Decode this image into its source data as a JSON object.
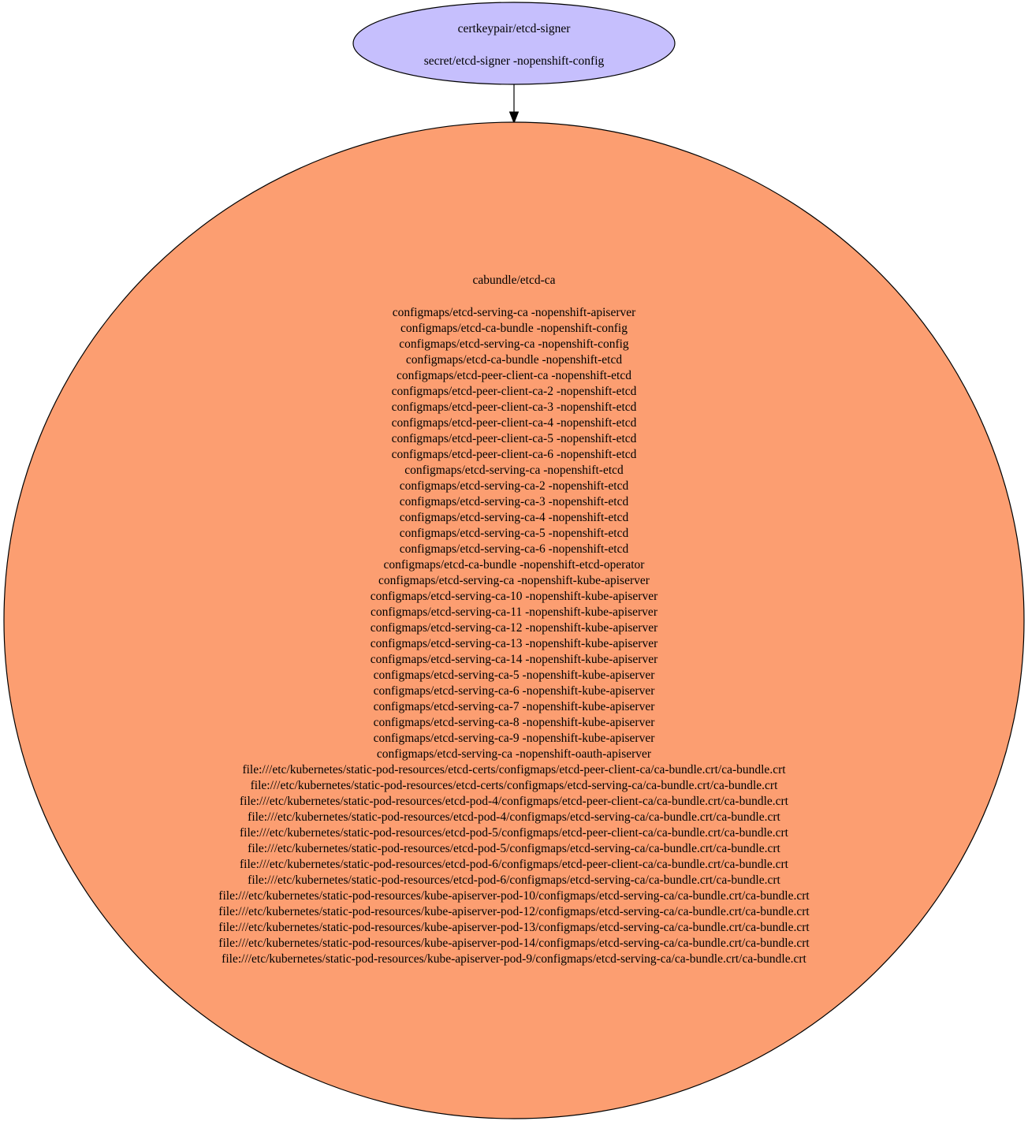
{
  "colors": {
    "signer_fill": "#c6bffd",
    "bundle_fill": "#fc9e71",
    "stroke": "#000000"
  },
  "signer": {
    "name": "certkeypair/etcd-signer",
    "lines": [
      "secret/etcd-signer -nopenshift-config"
    ]
  },
  "bundle": {
    "name": "cabundle/etcd-ca",
    "lines": [
      "configmaps/etcd-serving-ca -nopenshift-apiserver",
      "configmaps/etcd-ca-bundle -nopenshift-config",
      "configmaps/etcd-serving-ca -nopenshift-config",
      "configmaps/etcd-ca-bundle -nopenshift-etcd",
      "configmaps/etcd-peer-client-ca -nopenshift-etcd",
      "configmaps/etcd-peer-client-ca-2 -nopenshift-etcd",
      "configmaps/etcd-peer-client-ca-3 -nopenshift-etcd",
      "configmaps/etcd-peer-client-ca-4 -nopenshift-etcd",
      "configmaps/etcd-peer-client-ca-5 -nopenshift-etcd",
      "configmaps/etcd-peer-client-ca-6 -nopenshift-etcd",
      "configmaps/etcd-serving-ca -nopenshift-etcd",
      "configmaps/etcd-serving-ca-2 -nopenshift-etcd",
      "configmaps/etcd-serving-ca-3 -nopenshift-etcd",
      "configmaps/etcd-serving-ca-4 -nopenshift-etcd",
      "configmaps/etcd-serving-ca-5 -nopenshift-etcd",
      "configmaps/etcd-serving-ca-6 -nopenshift-etcd",
      "configmaps/etcd-ca-bundle -nopenshift-etcd-operator",
      "configmaps/etcd-serving-ca -nopenshift-kube-apiserver",
      "configmaps/etcd-serving-ca-10 -nopenshift-kube-apiserver",
      "configmaps/etcd-serving-ca-11 -nopenshift-kube-apiserver",
      "configmaps/etcd-serving-ca-12 -nopenshift-kube-apiserver",
      "configmaps/etcd-serving-ca-13 -nopenshift-kube-apiserver",
      "configmaps/etcd-serving-ca-14 -nopenshift-kube-apiserver",
      "configmaps/etcd-serving-ca-5 -nopenshift-kube-apiserver",
      "configmaps/etcd-serving-ca-6 -nopenshift-kube-apiserver",
      "configmaps/etcd-serving-ca-7 -nopenshift-kube-apiserver",
      "configmaps/etcd-serving-ca-8 -nopenshift-kube-apiserver",
      "configmaps/etcd-serving-ca-9 -nopenshift-kube-apiserver",
      "configmaps/etcd-serving-ca -nopenshift-oauth-apiserver",
      "file:///etc/kubernetes/static-pod-resources/etcd-certs/configmaps/etcd-peer-client-ca/ca-bundle.crt/ca-bundle.crt",
      "file:///etc/kubernetes/static-pod-resources/etcd-certs/configmaps/etcd-serving-ca/ca-bundle.crt/ca-bundle.crt",
      "file:///etc/kubernetes/static-pod-resources/etcd-pod-4/configmaps/etcd-peer-client-ca/ca-bundle.crt/ca-bundle.crt",
      "file:///etc/kubernetes/static-pod-resources/etcd-pod-4/configmaps/etcd-serving-ca/ca-bundle.crt/ca-bundle.crt",
      "file:///etc/kubernetes/static-pod-resources/etcd-pod-5/configmaps/etcd-peer-client-ca/ca-bundle.crt/ca-bundle.crt",
      "file:///etc/kubernetes/static-pod-resources/etcd-pod-5/configmaps/etcd-serving-ca/ca-bundle.crt/ca-bundle.crt",
      "file:///etc/kubernetes/static-pod-resources/etcd-pod-6/configmaps/etcd-peer-client-ca/ca-bundle.crt/ca-bundle.crt",
      "file:///etc/kubernetes/static-pod-resources/etcd-pod-6/configmaps/etcd-serving-ca/ca-bundle.crt/ca-bundle.crt",
      "file:///etc/kubernetes/static-pod-resources/kube-apiserver-pod-10/configmaps/etcd-serving-ca/ca-bundle.crt/ca-bundle.crt",
      "file:///etc/kubernetes/static-pod-resources/kube-apiserver-pod-12/configmaps/etcd-serving-ca/ca-bundle.crt/ca-bundle.crt",
      "file:///etc/kubernetes/static-pod-resources/kube-apiserver-pod-13/configmaps/etcd-serving-ca/ca-bundle.crt/ca-bundle.crt",
      "file:///etc/kubernetes/static-pod-resources/kube-apiserver-pod-14/configmaps/etcd-serving-ca/ca-bundle.crt/ca-bundle.crt",
      "file:///etc/kubernetes/static-pod-resources/kube-apiserver-pod-9/configmaps/etcd-serving-ca/ca-bundle.crt/ca-bundle.crt"
    ]
  }
}
